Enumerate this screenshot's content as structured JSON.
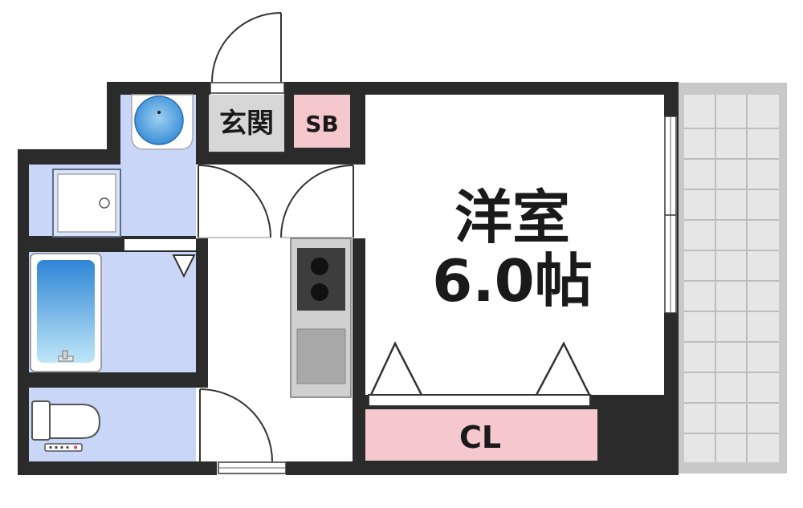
{
  "rooms": {
    "entrance": "玄関",
    "shoe_box": "SB",
    "western_room": "洋室",
    "western_room_size": "6.0帖",
    "closet": "CL"
  },
  "colors": {
    "wall": "#2b2b2b",
    "wet_area": "#c9d6f7",
    "storage": "#f4c8cd",
    "entrance_floor": "#d7d7d7",
    "balcony": "#c8c8c8",
    "balcony_tile": "#e6e6e6",
    "tub_water": "#3a8fd8",
    "stove": "#3d3d3d",
    "sink": "#a8a8a8",
    "counter": "#d0d0d0"
  }
}
